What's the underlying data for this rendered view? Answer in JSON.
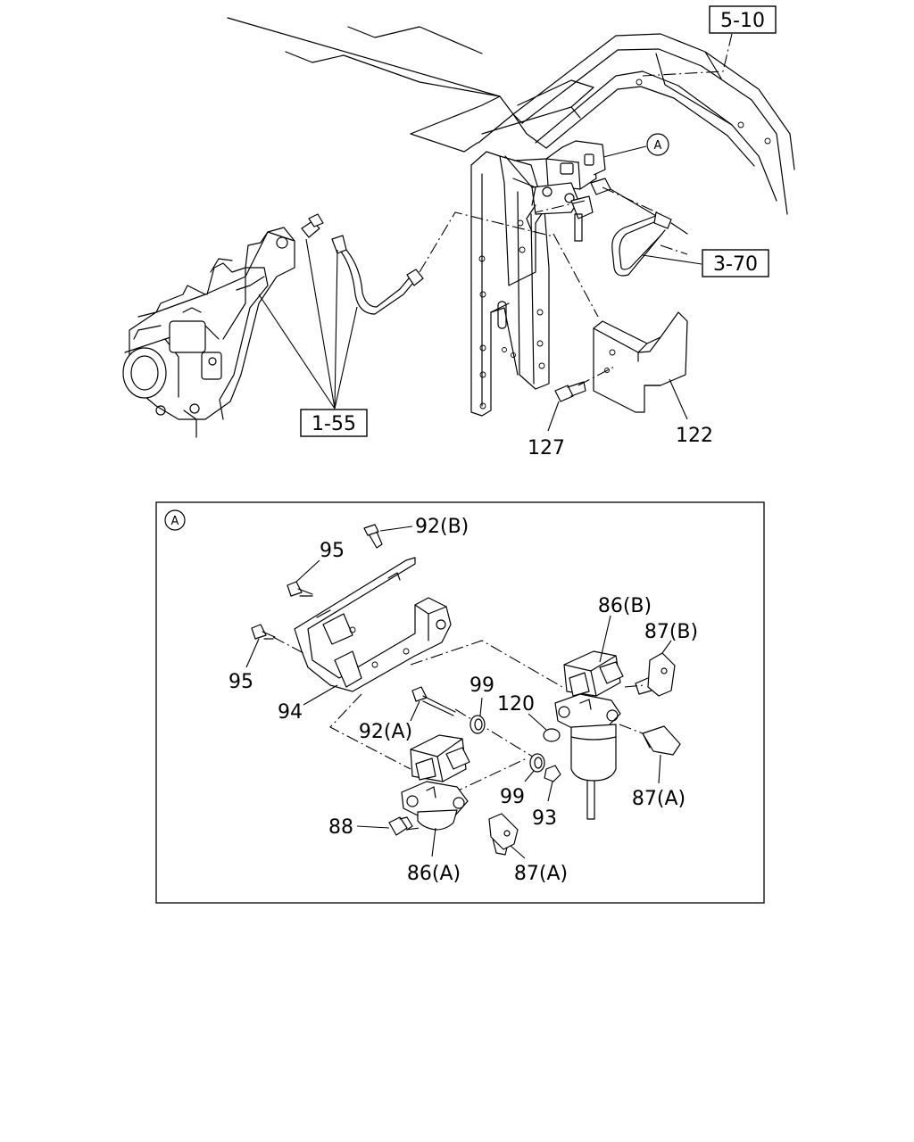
{
  "callouts": {
    "ref_5_10": "5-10",
    "ref_3_70": "3-70",
    "ref_1_55": "1-55",
    "part_122": "122",
    "part_127": "127",
    "detail_marker": "A"
  },
  "detail": {
    "marker": "A",
    "labels": {
      "p92b": "92(B)",
      "p95_top": "95",
      "p95_left": "95",
      "p94": "94",
      "p92a": "92(A)",
      "p99_top": "99",
      "p120": "120",
      "p86b": "86(B)",
      "p87b": "87(B)",
      "p87a_right": "87(A)",
      "p99_bottom": "99",
      "p93": "93",
      "p88": "88",
      "p86a": "86(A)",
      "p87a_bottom": "87(A)"
    }
  }
}
